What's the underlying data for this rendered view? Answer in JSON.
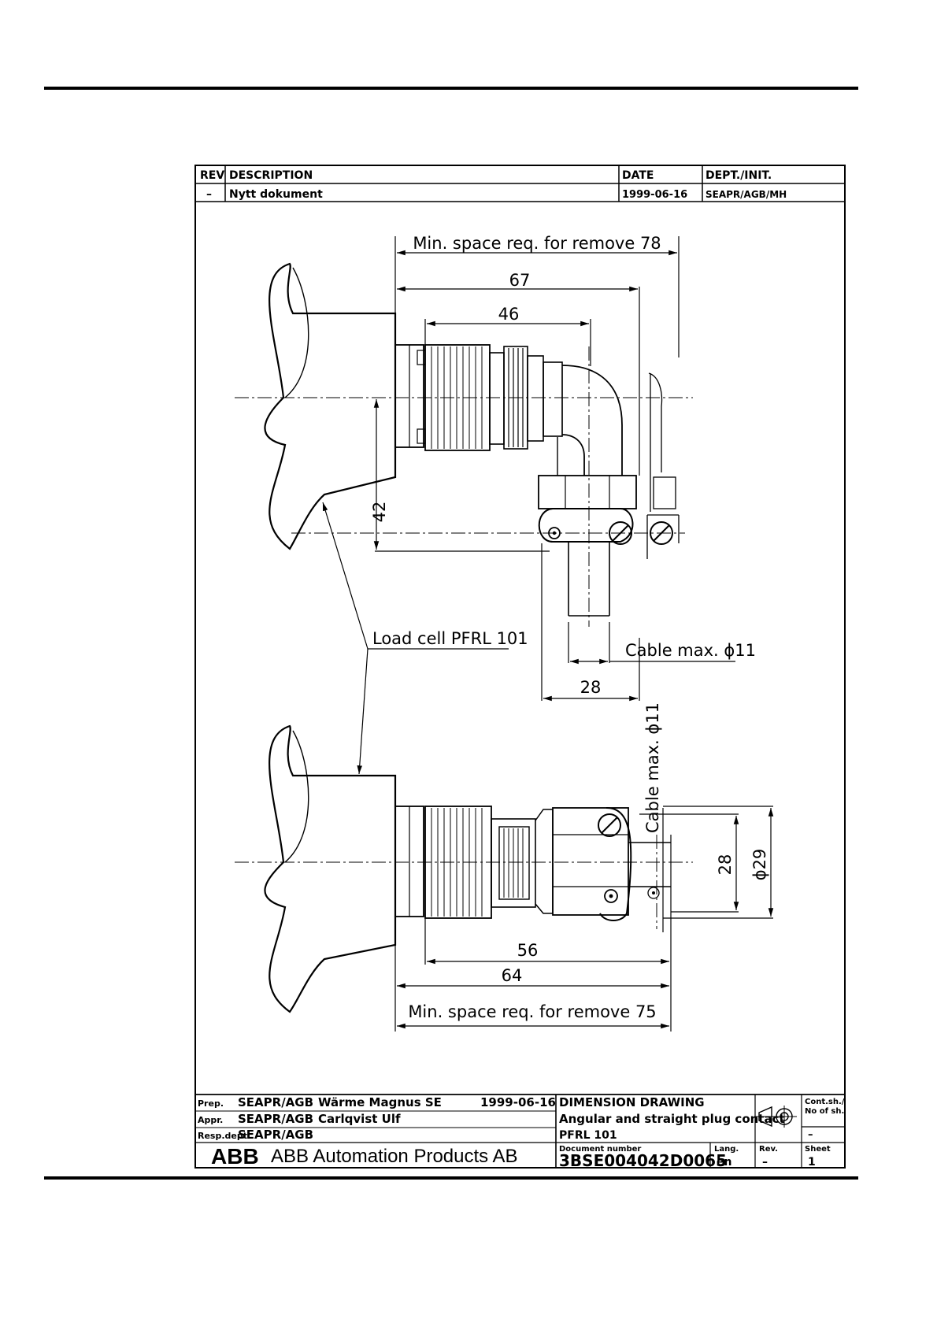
{
  "revision_table": {
    "headers": {
      "rev": "REV",
      "description": "DESCRIPTION",
      "date": "DATE",
      "dept": "DEPT./INIT."
    },
    "rows": [
      {
        "rev": "–",
        "description": "Nytt dokument",
        "date": "1999-06-16",
        "dept": "SEAPR/AGB/MH"
      }
    ]
  },
  "drawing": {
    "top_view": {
      "min_space_label": "Min. space req. for remove 78",
      "dim_67": "67",
      "dim_46": "46",
      "dim_42": "42",
      "dim_28": "28",
      "cable_label": "Cable max. ϕ11"
    },
    "load_cell_label": "Load cell PFRL 101",
    "bottom_view": {
      "cable_label": "Cable max. ϕ11",
      "dim_28": "28",
      "dim_29": "ϕ29",
      "dim_56": "56",
      "dim_64": "64",
      "min_space_label": "Min. space req. for remove 75"
    }
  },
  "title_block": {
    "prep_label": "Prep.",
    "prep_dept": "SEAPR/AGB",
    "prep_name": "Wärme Magnus SE",
    "prep_date": "1999-06-16",
    "appr_label": "Appr.",
    "appr_dept": "SEAPR/AGB",
    "appr_name": "Carlqvist Ulf",
    "resp_label": "Resp.dept",
    "resp_dept": "SEAPR/AGB",
    "doc_type": "DIMENSION DRAWING",
    "doc_title": "Angular and straight plug contact",
    "doc_subtitle": "PFRL 101",
    "doc_number_label": "Document number",
    "doc_number": "3BSE004042D0065",
    "lang_label": "Lang.",
    "lang": "en",
    "rev_label": "Rev.",
    "rev": "–",
    "cont_label_1": "Cont.sh./",
    "cont_label_2": "No of sh.",
    "cont_value": "–",
    "sheet_label": "Sheet",
    "sheet": "1",
    "company_logo": "ABB",
    "company_name": "ABB Automation Products AB"
  }
}
